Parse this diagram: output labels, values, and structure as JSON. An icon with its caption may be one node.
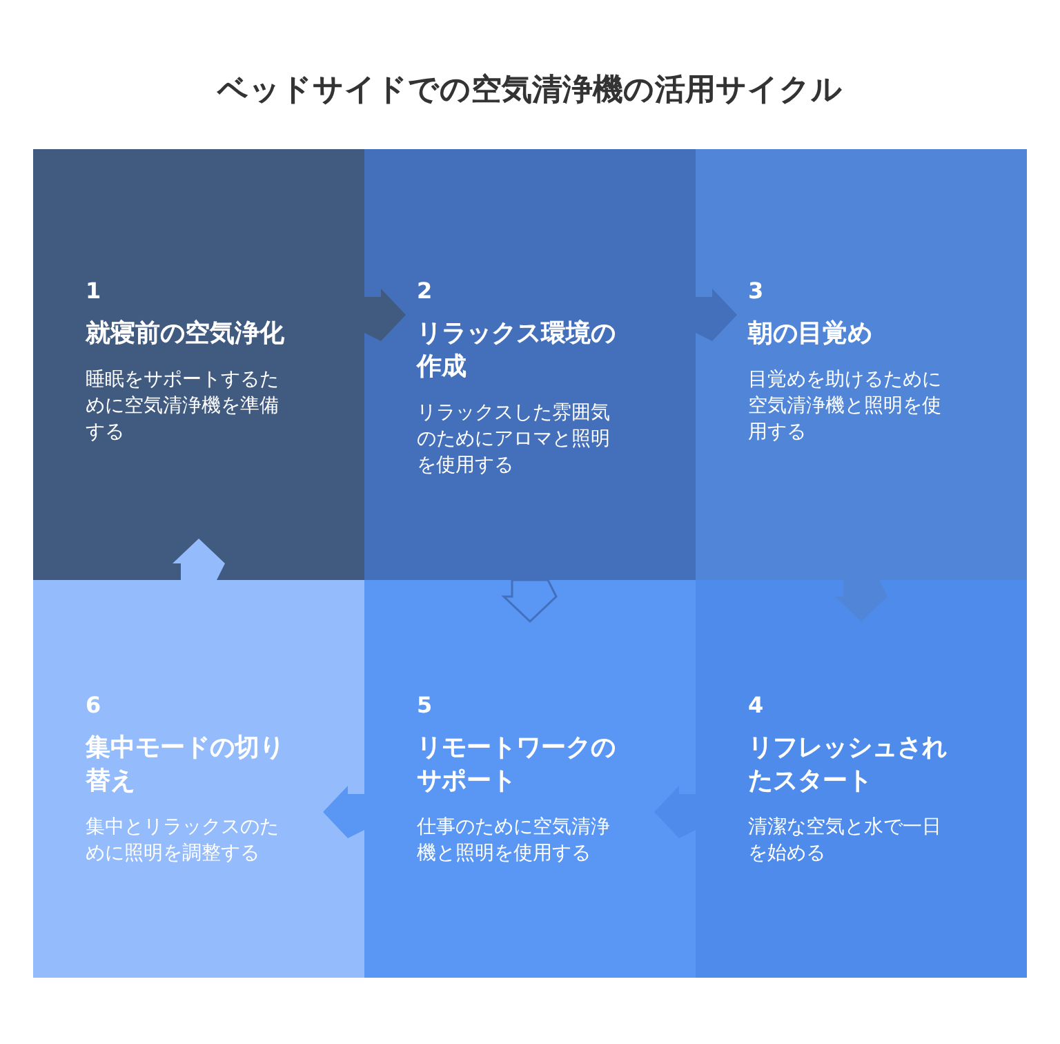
{
  "diagram": {
    "title": "ベッドサイドでの空気清浄機の活用サイクル",
    "nodes": [
      {
        "text": [
          "1",
          "就寝前の空気浄化",
          "睡眠をサポートするために空気清浄機を準備する"
        ]
      },
      {
        "text": [
          "2",
          "リラックス環境の作成",
          "リラックスした雰囲気のためにアロマと照明を使用する"
        ]
      },
      {
        "text": [
          "3",
          "朝の目覚め",
          "目覚めを助けるために空気清浄機と照明を使用する"
        ]
      },
      {
        "text": [
          "4",
          "リフレッシュされたスタート",
          "清潔な空気と水で一日を始める"
        ]
      },
      {
        "text": [
          "5",
          "リモートワークのサポート",
          "仕事のために空気清浄機と照明を使用する"
        ]
      },
      {
        "text": [
          "6",
          "集中モードの切り替え",
          "集中とリラックスのために照明を調整する"
        ]
      }
    ],
    "edges": [
      {
        "from": 0,
        "to": 1,
        "arrow": "to"
      },
      {
        "from": 1,
        "to": 2,
        "arrow": "to"
      },
      {
        "from": 1,
        "to": 4,
        "arrow": "to"
      },
      {
        "from": 2,
        "to": 3,
        "arrow": "to"
      },
      {
        "from": 3,
        "to": 4,
        "arrow": "to"
      },
      {
        "from": 4,
        "to": 5,
        "arrow": "to"
      },
      {
        "from": 5,
        "to": 0,
        "arrow": "to"
      }
    ]
  }
}
